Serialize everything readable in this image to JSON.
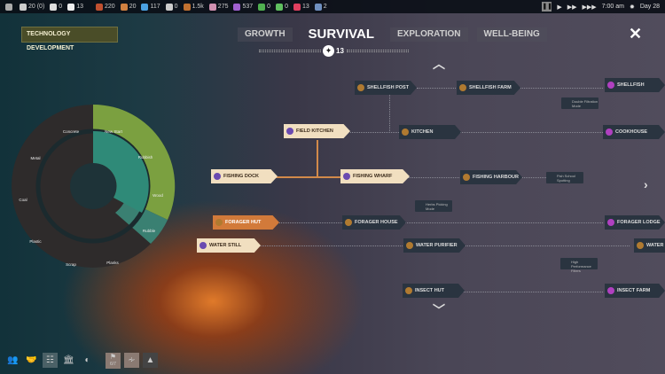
{
  "topbar": {
    "resources": [
      {
        "icon": "gear-icon",
        "value": "",
        "color": "#aaa"
      },
      {
        "icon": "population-icon",
        "value": "20 (0)",
        "color": "#ccc"
      },
      {
        "icon": "sick-icon",
        "value": "0",
        "color": "#ddd"
      },
      {
        "icon": "health-icon",
        "value": "13",
        "color": "#eee"
      },
      {
        "icon": "food-icon",
        "value": "220",
        "color": "#c05030"
      },
      {
        "icon": "meal-icon",
        "value": "20",
        "color": "#d08040"
      },
      {
        "icon": "water-icon",
        "value": "117",
        "color": "#4aa0e0"
      },
      {
        "icon": "worker-icon",
        "value": "0",
        "color": "#ccc"
      },
      {
        "icon": "wood-icon",
        "value": "1.5k",
        "color": "#c07030"
      },
      {
        "icon": "tech-icon",
        "value": "275",
        "color": "#d090b0"
      },
      {
        "icon": "rubbish-icon",
        "value": "537",
        "color": "#a060d0"
      },
      {
        "icon": "happiness-icon",
        "value": "0",
        "color": "#50b050"
      },
      {
        "icon": "money-icon",
        "value": "0",
        "color": "#60c060"
      },
      {
        "icon": "injury-icon",
        "value": "13",
        "color": "#e04060"
      },
      {
        "icon": "storage-icon",
        "value": "2",
        "color": "#7090c0"
      }
    ],
    "time": "7:00 am",
    "day": "Day 28"
  },
  "panel_title": "Technology Development",
  "tabs": [
    "Growth",
    "Survival",
    "Exploration",
    "Well-Being"
  ],
  "tech_points": "13",
  "wheel": {
    "outer": [
      "New Start",
      "Rubbish",
      "Wood",
      "Rubble",
      "Planks",
      "Scrap",
      "Plastic",
      "Coal",
      "Metal",
      "Concrete"
    ]
  },
  "nodes": {
    "shellfish_post": "Shellfish Post",
    "shellfish_farm": "Shellfish Farm",
    "shellfish_center": "Shellfish Farming Center",
    "double_filtration": "Double Filtration Mode",
    "kitchen": "Kitchen",
    "cookhouse": "Cookhouse",
    "field_kitchen": "Field Kitchen",
    "fishing_dock": "Fishing Dock",
    "fishing_wharf": "Fishing Wharf",
    "fishing_harbour": "Fishing Harbour",
    "fish_school": "Fish School Spotting",
    "herbs_picking": "Herbs Picking Mode",
    "forager_hut": "Forager Hut",
    "forager_house": "Forager House",
    "forager_lodge": "Forager Lodge",
    "water_still": "Water Still",
    "water_purifier": "Water Purifier",
    "water_treatment": "Water Treatment",
    "high_filters": "High Performance Filters",
    "insect_hut": "Insect Hut",
    "insect_farm": "Insect Farm"
  },
  "bottom": {
    "badge": "6/7"
  }
}
